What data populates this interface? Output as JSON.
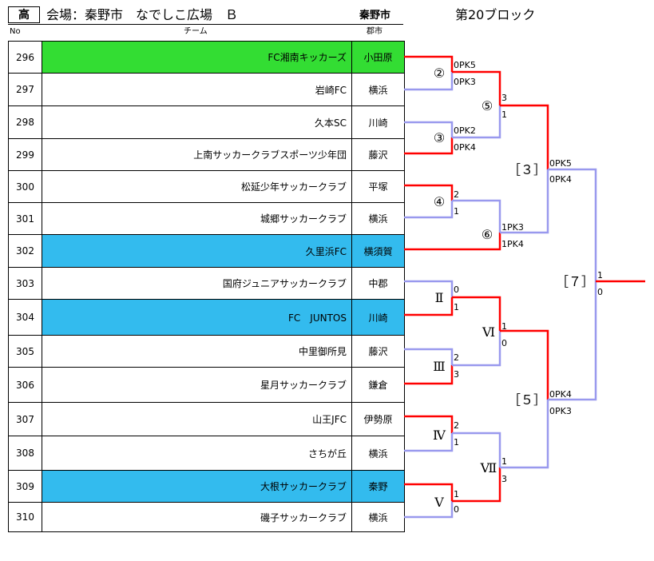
{
  "header": {
    "badge": "高",
    "venue": "会場：秦野市　なでしこ広場　Ｂ",
    "city": "秦野市",
    "block": "第20ブロック"
  },
  "columns": {
    "no": "No",
    "team": "チーム",
    "city": "郡市"
  },
  "colors": {
    "winner_line": "#ff0000",
    "loser_line": "#9999ee",
    "highlight_green": "#33dd33",
    "highlight_blue": "#33bbee"
  },
  "teams": [
    {
      "no": "296",
      "name": "FC湘南キッカーズ",
      "city": "小田原",
      "highlight": "green"
    },
    {
      "no": "297",
      "name": "岩崎FC",
      "city": "横浜",
      "highlight": ""
    },
    {
      "no": "298",
      "name": "久本SC",
      "city": "川崎",
      "highlight": ""
    },
    {
      "no": "299",
      "name": "上南サッカークラブスポーツ少年団",
      "city": "藤沢",
      "highlight": ""
    },
    {
      "no": "300",
      "name": "松延少年サッカークラブ",
      "city": "平塚",
      "highlight": ""
    },
    {
      "no": "301",
      "name": "城郷サッカークラブ",
      "city": "横浜",
      "highlight": ""
    },
    {
      "no": "302",
      "name": "久里浜FC",
      "city": "横須賀",
      "highlight": "blue"
    },
    {
      "no": "303",
      "name": "国府ジュニアサッカークラブ",
      "city": "中郡",
      "highlight": ""
    },
    {
      "no": "304",
      "name": "FC　JUNTOS",
      "city": "川崎",
      "highlight": "blue"
    },
    {
      "no": "305",
      "name": "中里御所見",
      "city": "藤沢",
      "highlight": ""
    },
    {
      "no": "306",
      "name": "星月サッカークラブ",
      "city": "鎌倉",
      "highlight": ""
    },
    {
      "no": "307",
      "name": "山王JFC",
      "city": "伊勢原",
      "highlight": ""
    },
    {
      "no": "308",
      "name": "さちが丘",
      "city": "横浜",
      "highlight": ""
    },
    {
      "no": "309",
      "name": "大根サッカークラブ",
      "city": "秦野",
      "highlight": "blue"
    },
    {
      "no": "310",
      "name": "磯子サッカークラブ",
      "city": "横浜",
      "highlight": ""
    }
  ],
  "matches": [
    {
      "label": "②",
      "top_score": "0PK5",
      "bottom_score": "0PK3"
    },
    {
      "label": "③",
      "top_score": "0PK2",
      "bottom_score": "0PK4"
    },
    {
      "label": "④",
      "top_score": "2",
      "bottom_score": "1"
    },
    {
      "label": "⑤",
      "top_score": "3",
      "bottom_score": "1"
    },
    {
      "label": "⑥",
      "top_score": "1PK3",
      "bottom_score": "1PK4"
    },
    {
      "label": "［３］",
      "top_score": "0PK5",
      "bottom_score": "0PK4"
    },
    {
      "label": "Ⅱ",
      "top_score": "0",
      "bottom_score": "1"
    },
    {
      "label": "Ⅲ",
      "top_score": "2",
      "bottom_score": "3"
    },
    {
      "label": "Ⅳ",
      "top_score": "2",
      "bottom_score": "1"
    },
    {
      "label": "Ⅴ",
      "top_score": "1",
      "bottom_score": "0"
    },
    {
      "label": "Ⅵ",
      "top_score": "1",
      "bottom_score": "0"
    },
    {
      "label": "Ⅶ",
      "top_score": "1",
      "bottom_score": "3"
    },
    {
      "label": "［５］",
      "top_score": "0PK4",
      "bottom_score": "0PK3"
    },
    {
      "label": "［７］",
      "top_score": "1",
      "bottom_score": "0"
    }
  ]
}
